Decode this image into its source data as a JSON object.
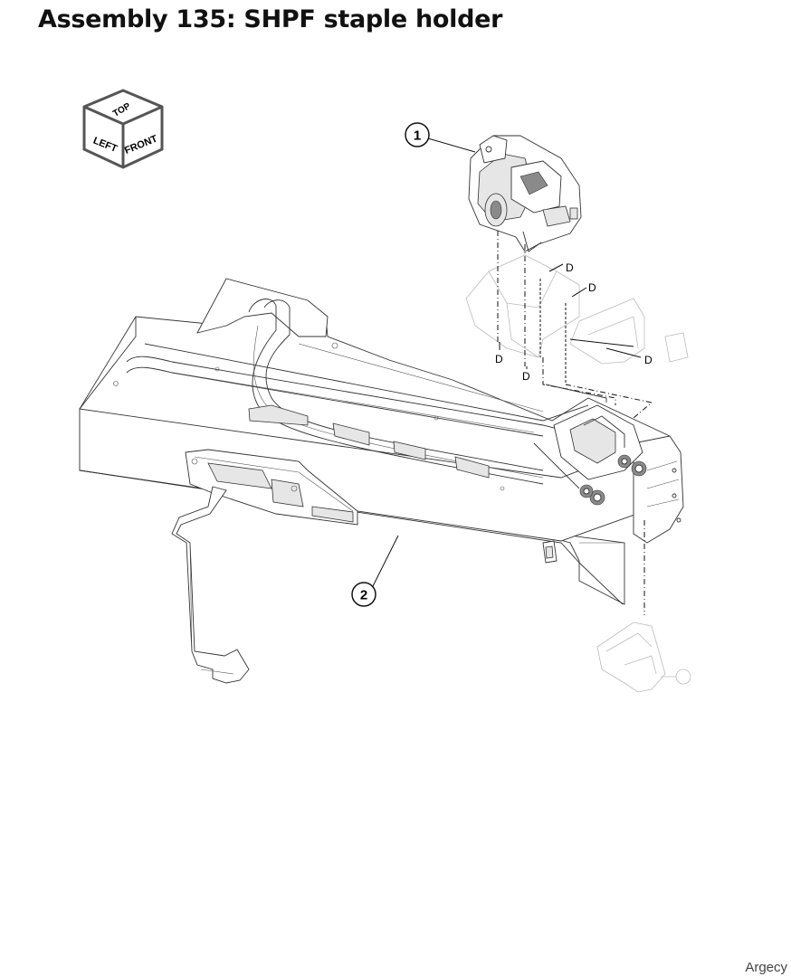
{
  "title": "Assembly 135: SHPF staple holder",
  "orientation_cube": {
    "top": "TOP",
    "left": "LEFT",
    "front": "FRONT"
  },
  "callouts": [
    {
      "id": "callout-1",
      "number": "1"
    },
    {
      "id": "callout-2",
      "number": "2"
    }
  ],
  "detail_labels": [
    "D",
    "D",
    "D",
    "D",
    "D"
  ],
  "watermark": "Argecy"
}
